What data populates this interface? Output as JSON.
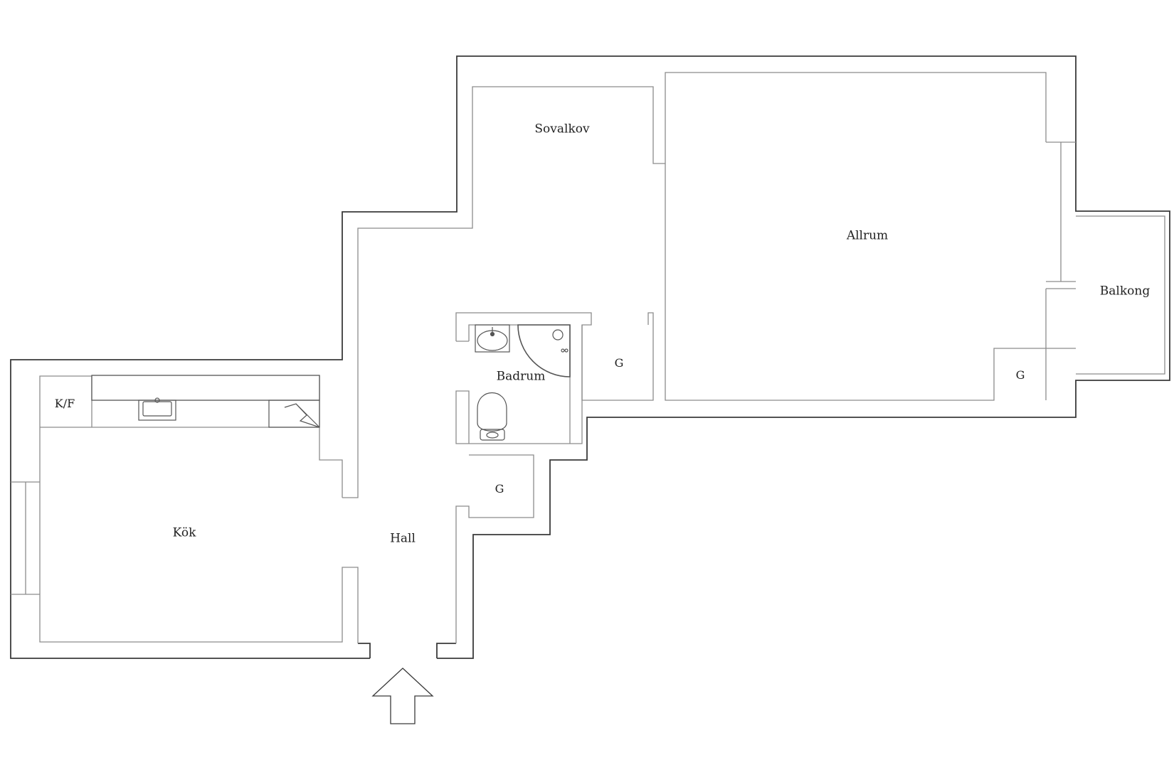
{
  "colors": {
    "wall": "#3a3a3a",
    "inner": "#9a9a9a",
    "fixture": "#555555",
    "background": "#ffffff"
  },
  "rooms": {
    "sovalkov": "Sovalkov",
    "allrum": "Allrum",
    "balkong": "Balkong",
    "badrum": "Badrum",
    "kok": "Kök",
    "hall": "Hall",
    "kf": "K/F",
    "garderob_1": "G",
    "garderob_2": "G",
    "garderob_3": "G"
  },
  "icons": {
    "entrance": "entrance-arrow-icon",
    "sink": "sink-icon",
    "toilet": "toilet-icon",
    "shower": "shower-icon",
    "kitchen_sink": "kitchen-sink-icon",
    "stove": "stove-icon"
  }
}
